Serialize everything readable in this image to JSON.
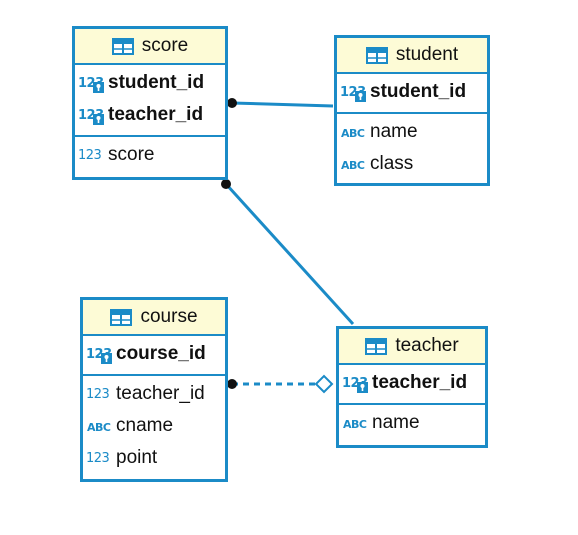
{
  "tables": [
    {
      "name": "score",
      "pk": [
        {
          "label": "student_id",
          "type_icon": "numeric-key-icon"
        },
        {
          "label": "teacher_id",
          "type_icon": "numeric-key-icon"
        }
      ],
      "columns": [
        {
          "label": "score",
          "type_icon": "numeric-icon"
        }
      ]
    },
    {
      "name": "student",
      "pk": [
        {
          "label": "student_id",
          "type_icon": "numeric-key-icon"
        }
      ],
      "columns": [
        {
          "label": "name",
          "type_icon": "text-icon"
        },
        {
          "label": "class",
          "type_icon": "text-icon"
        }
      ]
    },
    {
      "name": "course",
      "pk": [
        {
          "label": "course_id",
          "type_icon": "numeric-key-icon"
        }
      ],
      "columns": [
        {
          "label": "teacher_id",
          "type_icon": "numeric-icon"
        },
        {
          "label": "cname",
          "type_icon": "text-icon"
        },
        {
          "label": "point",
          "type_icon": "numeric-icon"
        }
      ]
    },
    {
      "name": "teacher",
      "pk": [
        {
          "label": "teacher_id",
          "type_icon": "numeric-key-icon"
        }
      ],
      "columns": [
        {
          "label": "name",
          "type_icon": "text-icon"
        }
      ]
    }
  ],
  "relationships": [
    {
      "from": "score",
      "to": "student",
      "style": "solid"
    },
    {
      "from": "score",
      "to": "teacher",
      "style": "solid"
    },
    {
      "from": "course",
      "to": "teacher",
      "style": "dashed"
    }
  ],
  "colors": {
    "border": "#1b8bc7",
    "header_bg": "#fdfbd6",
    "icon": "#1b8bc7"
  },
  "icon_glyphs": {
    "numeric": "123",
    "text": "ABC"
  }
}
